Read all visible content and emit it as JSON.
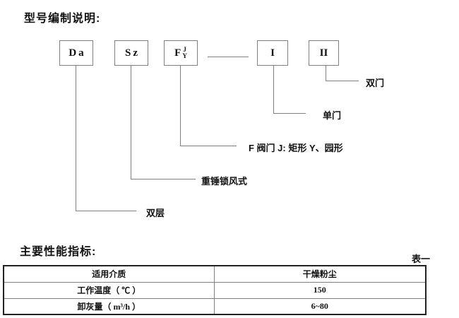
{
  "diagram": {
    "title": "型号编制说明:",
    "boxes": [
      {
        "label": "Da"
      },
      {
        "label": "Sz"
      },
      {
        "main": "F",
        "sup": "J",
        "sub": "Y"
      },
      {
        "label": "I"
      },
      {
        "label": "II"
      }
    ],
    "labels": {
      "double_door": "双门",
      "single_door": "单门",
      "valve_type": "F 阀门 J: 矩形  Y、园形",
      "hammer_lock": "重锤锁风式",
      "double_layer": "双层"
    }
  },
  "specs": {
    "title": "主要性能指标:",
    "table_caption": "表一",
    "rows": [
      {
        "param": "适用介质",
        "value": "干燥粉尘"
      },
      {
        "param": "工作温度（ ℃ ）",
        "value": "150"
      },
      {
        "param": "卸灰量（ m³/h ）",
        "value": "6~80"
      }
    ]
  }
}
